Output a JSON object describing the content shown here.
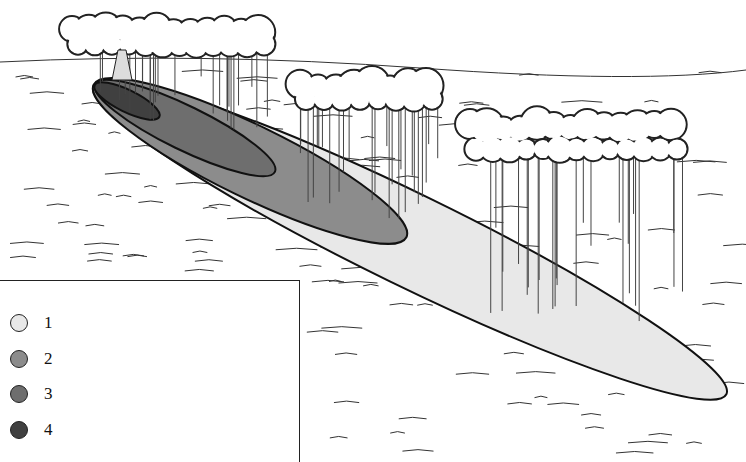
{
  "diagram": {
    "legend": [
      {
        "text": "1",
        "color": "#e8e8e8"
      },
      {
        "text": "2",
        "color": "#8c8c8c"
      },
      {
        "text": "3",
        "color": "#6e6e6e"
      },
      {
        "text": "4",
        "color": "#404040"
      }
    ]
  }
}
